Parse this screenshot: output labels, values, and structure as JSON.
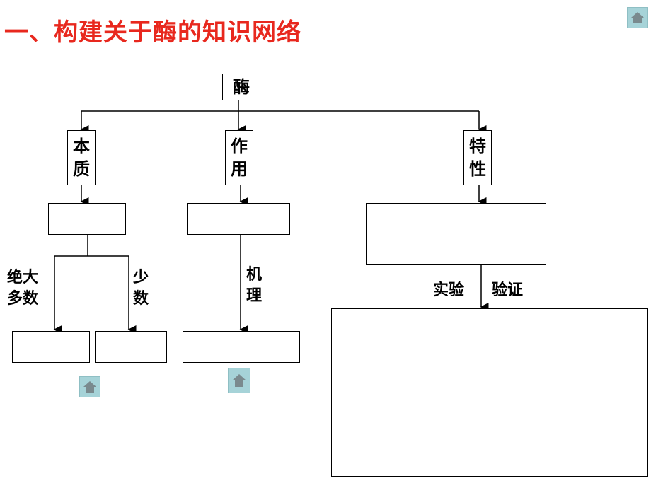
{
  "title": "一、构建关于酶的知识网络",
  "root": "酶",
  "branches": {
    "nature": "本\n质",
    "function": "作\n用",
    "property": "特\n性"
  },
  "labels": {
    "majority": "绝大\n多数",
    "minority": "少\n数",
    "mechanism": "机\n理",
    "experiment": "实验",
    "verify": "验证"
  },
  "icons": {
    "home": "home-icon"
  }
}
